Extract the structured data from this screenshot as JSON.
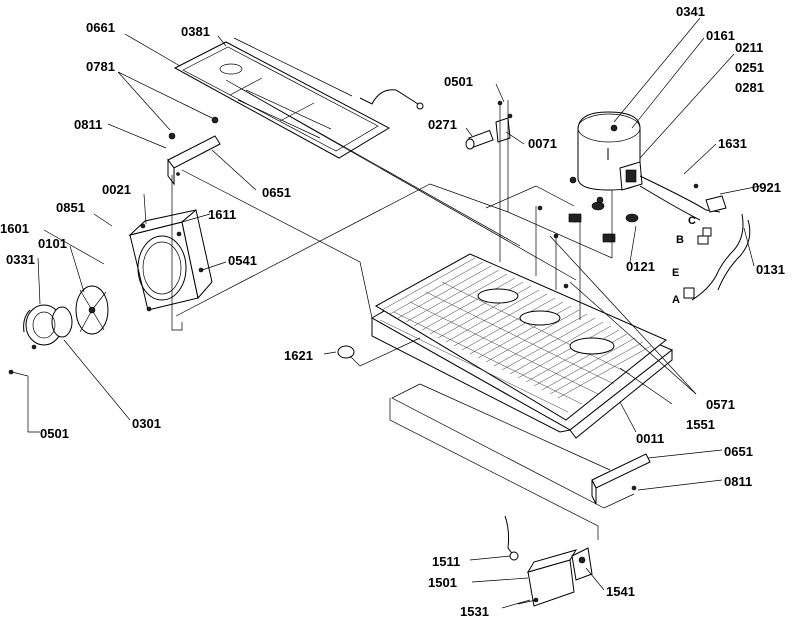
{
  "labels": {
    "l0661": "0661",
    "l0381": "0381",
    "l0781": "0781",
    "l0811a": "0811",
    "l0651a": "0651",
    "l0021": "0021",
    "l0851": "0851",
    "l1611": "1611",
    "l1601": "1601",
    "l0101": "0101",
    "l0331": "0331",
    "l0541": "0541",
    "l0501a": "0501",
    "l0301": "0301",
    "l0501b": "0501",
    "l0271": "0271",
    "l0071": "0071",
    "l0341": "0341",
    "l0161": "0161",
    "l0211": "0211",
    "l0251": "0251",
    "l0281": "0281",
    "l1631": "1631",
    "l0921": "0921",
    "lC": "C",
    "lB": "B",
    "lE": "E",
    "lA": "A",
    "l0121": "0121",
    "l0131": "0131",
    "l1621": "1621",
    "l0571": "0571",
    "l1551": "1551",
    "l0011": "0011",
    "l0651b": "0651",
    "l0811b": "0811",
    "l1511": "1511",
    "l1501": "1501",
    "l1531": "1531",
    "l1541": "1541"
  }
}
